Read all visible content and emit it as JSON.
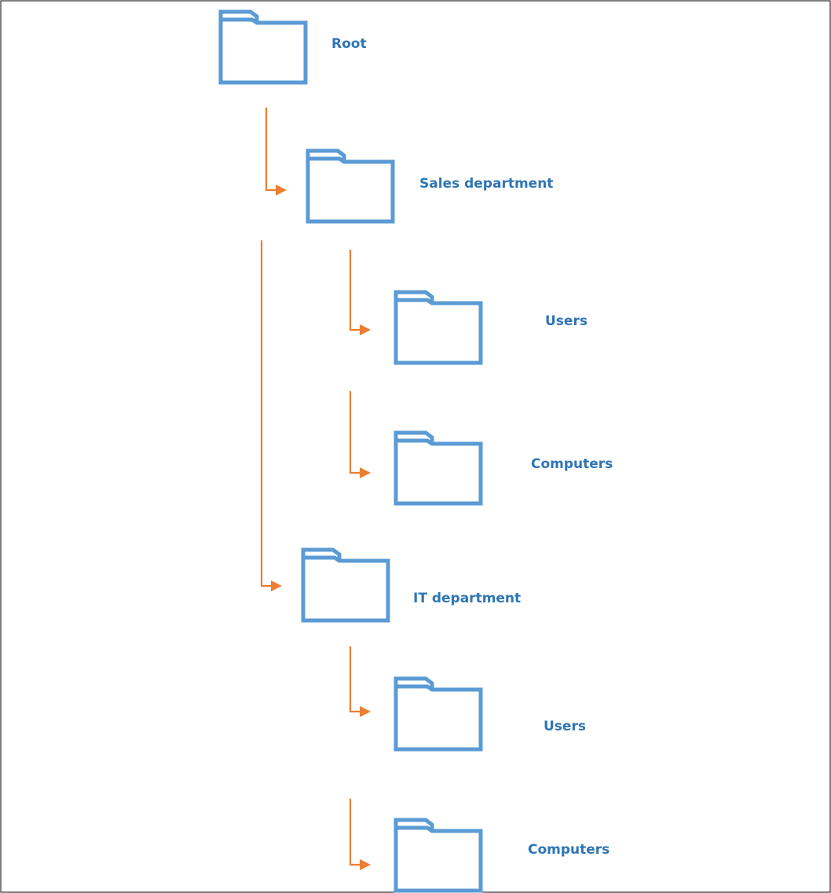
{
  "colors": {
    "folder": "#5B9BD5",
    "connector": "#ED7D31",
    "label": "#2E75B6",
    "frame": "#000000",
    "background": "#FFFFFF"
  },
  "icon": "folder-icon",
  "nodes": [
    {
      "id": "root",
      "label": "Root",
      "level": 0
    },
    {
      "id": "sales",
      "label": "Sales department",
      "level": 1,
      "parent": "root"
    },
    {
      "id": "sales-users",
      "label": "Users",
      "level": 2,
      "parent": "sales"
    },
    {
      "id": "sales-computers",
      "label": "Computers",
      "level": 2,
      "parent": "sales"
    },
    {
      "id": "it",
      "label": "IT department",
      "level": 1,
      "parent": "root"
    },
    {
      "id": "it-users",
      "label": "Users",
      "level": 2,
      "parent": "it"
    },
    {
      "id": "it-computers",
      "label": "Computers",
      "level": 2,
      "parent": "it"
    }
  ]
}
